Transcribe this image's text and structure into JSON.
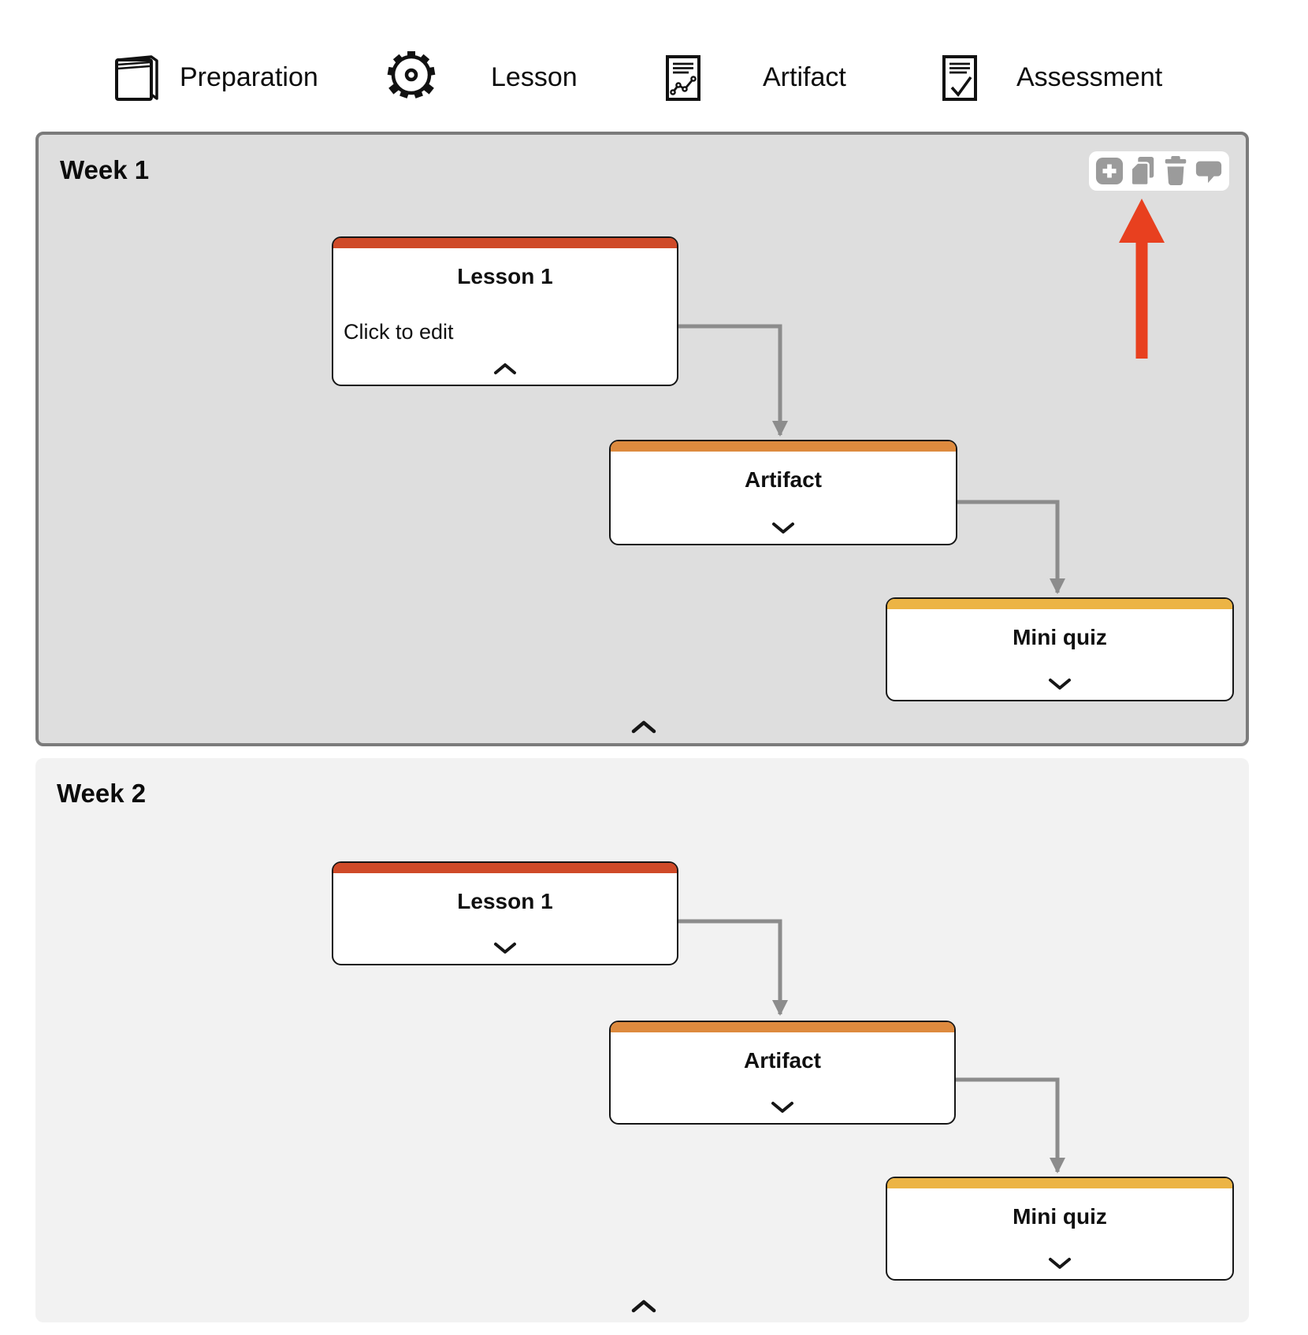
{
  "legend": {
    "items": [
      {
        "label": "Preparation",
        "icon": "book-icon"
      },
      {
        "label": "Lesson",
        "icon": "gear-icon"
      },
      {
        "label": "Artifact",
        "icon": "document-chart-icon"
      },
      {
        "label": "Assessment",
        "icon": "document-check-icon"
      }
    ]
  },
  "colors": {
    "lesson_accent": "#cf4a28",
    "artifact_accent": "#dd8a3e",
    "quiz_accent": "#ecb445",
    "connector": "#8c8c8c",
    "toolbar_icon": "#9b9b9b",
    "week1_bg": "#dedede",
    "week2_bg": "#f2f2f2",
    "highlight_arrow": "#e8401f"
  },
  "week1": {
    "title": "Week 1",
    "state": "selected",
    "toolbar": {
      "icons": [
        "plus-icon",
        "duplicate-icon",
        "trash-icon",
        "comment-icon"
      ]
    },
    "highlight_arrow": {
      "color": "#e8401f",
      "target": "duplicate-icon"
    },
    "collapse_icon": "chevron-up-icon",
    "cards": {
      "lesson": {
        "title": "Lesson 1",
        "body": "Click to edit",
        "state": "expanded",
        "toggle_icon": "chevron-up-icon"
      },
      "artifact": {
        "title": "Artifact",
        "state": "collapsed",
        "toggle_icon": "chevron-down-icon"
      },
      "quiz": {
        "title": "Mini quiz",
        "state": "collapsed",
        "toggle_icon": "chevron-down-icon"
      }
    }
  },
  "week2": {
    "title": "Week 2",
    "state": "default",
    "collapse_icon": "chevron-up-icon",
    "cards": {
      "lesson": {
        "title": "Lesson 1",
        "state": "collapsed",
        "toggle_icon": "chevron-down-icon"
      },
      "artifact": {
        "title": "Artifact",
        "state": "collapsed",
        "toggle_icon": "chevron-down-icon"
      },
      "quiz": {
        "title": "Mini quiz",
        "state": "collapsed",
        "toggle_icon": "chevron-down-icon"
      }
    }
  }
}
